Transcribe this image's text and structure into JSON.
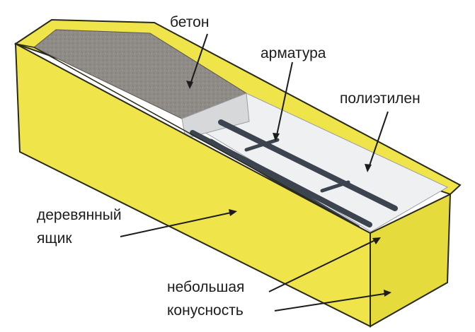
{
  "labels": {
    "concrete": "бетон",
    "rebar": "арматура",
    "polyethylene": "полиэтилен",
    "wooden_box_line1": "деревянный",
    "wooden_box_line2": "ящик",
    "taper_line1": "небольшая",
    "taper_line2": "конусность"
  },
  "colors": {
    "wood": "#efe44a",
    "wood_dark": "#d8cd2e",
    "concrete": "#8f8b86",
    "polyethylene": "#eef0f2",
    "rebar": "#3c4450",
    "outline": "#2a2a1a"
  }
}
